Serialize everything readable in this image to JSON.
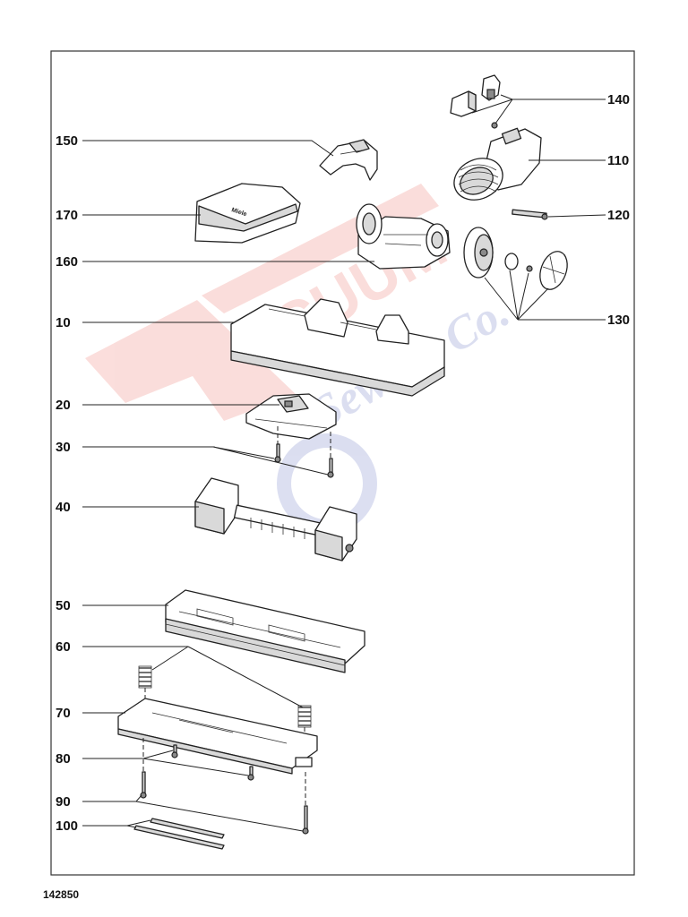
{
  "callouts": {
    "c10": "10",
    "c20": "20",
    "c30": "30",
    "c40": "40",
    "c50": "50",
    "c60": "60",
    "c70": "70",
    "c80": "80",
    "c90": "90",
    "c100": "100",
    "c110": "110",
    "c120": "120",
    "c130": "130",
    "c140": "140",
    "c150": "150",
    "c160": "160",
    "c170": "170"
  },
  "part_logo": "Miele",
  "diagram_id": "142850",
  "colors": {
    "line": "#222222",
    "watermark_red": "#e8493b",
    "watermark_blue": "#3b4fb0"
  },
  "watermark": {
    "text_1": "VACUUM",
    "text_2": "Sewing Co."
  }
}
